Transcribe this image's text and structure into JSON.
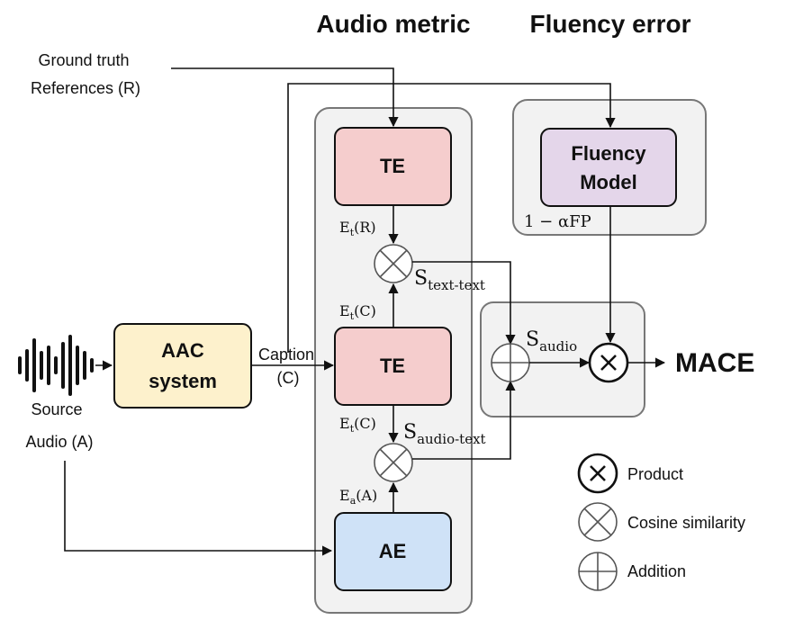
{
  "headings": {
    "audio_metric": "Audio metric",
    "fluency_error": "Fluency error"
  },
  "inputs": {
    "references_line1": "Ground truth",
    "references_line2": "References (R)",
    "source_line1": "Source",
    "source_line2": "Audio (A)"
  },
  "blocks": {
    "aac_line1": "AAC",
    "aac_line2": "system",
    "te_top": "TE",
    "te_mid": "TE",
    "ae": "AE",
    "fluency_line1": "Fluency",
    "fluency_line2": "Model"
  },
  "labels": {
    "caption_line1": "Caption",
    "caption_line2": "(C)",
    "et_r": "Et(R)",
    "et_c_upper": "Et(C)",
    "et_c_lower": "Et(C)",
    "ea_a": "Ea(A)",
    "s_text_text": "Stext-text",
    "s_audio_text": "Saudio-text",
    "s_audio": "Saudio",
    "fluency_penalty": "1 − αFP"
  },
  "output": {
    "name": "MACE"
  },
  "legend": {
    "product": "Product",
    "cosine": "Cosine similarity",
    "addition": "Addition"
  },
  "colors": {
    "te_fill": "#f5cdcd",
    "ae_fill": "#cfe2f7",
    "aac_fill": "#fdf1cc",
    "fluency_fill": "#e4d6ea",
    "group_fill": "#f2f2f2"
  }
}
